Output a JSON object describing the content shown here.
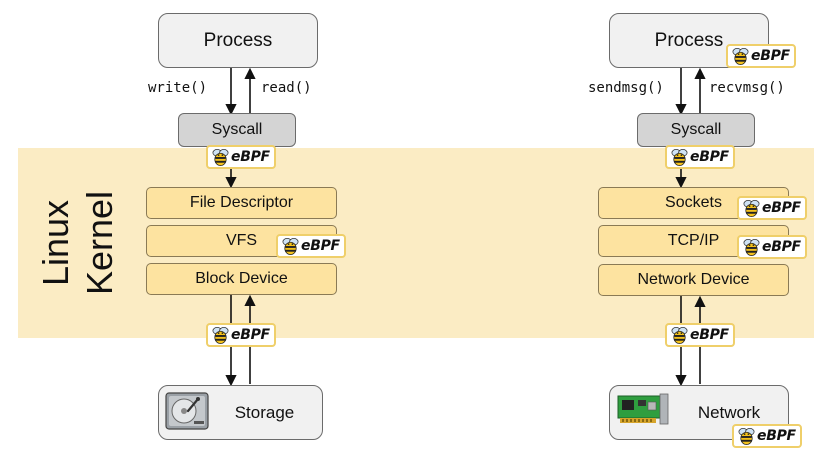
{
  "kernel_label": [
    "Linux",
    "Kernel"
  ],
  "badge_text": "eBPF",
  "left": {
    "process": "Process",
    "call_out": "write()",
    "call_in": "read()",
    "syscall": "Syscall",
    "layers": [
      "File Descriptor",
      "VFS",
      "Block Device"
    ],
    "device": "Storage",
    "device_icon": "hard-drive-icon"
  },
  "right": {
    "process": "Process",
    "call_out": "sendmsg()",
    "call_in": "recvmsg()",
    "syscall": "Syscall",
    "layers": [
      "Sockets",
      "TCP/IP",
      "Network Device"
    ],
    "device": "Network",
    "device_icon": "network-card-icon"
  },
  "colors": {
    "kernel_band": "#fbecc4",
    "layer_fill": "#fde3a0",
    "syscall_fill": "#d4d4d4",
    "process_fill": "#f1f1f1",
    "badge_border": "#efcf6a"
  }
}
